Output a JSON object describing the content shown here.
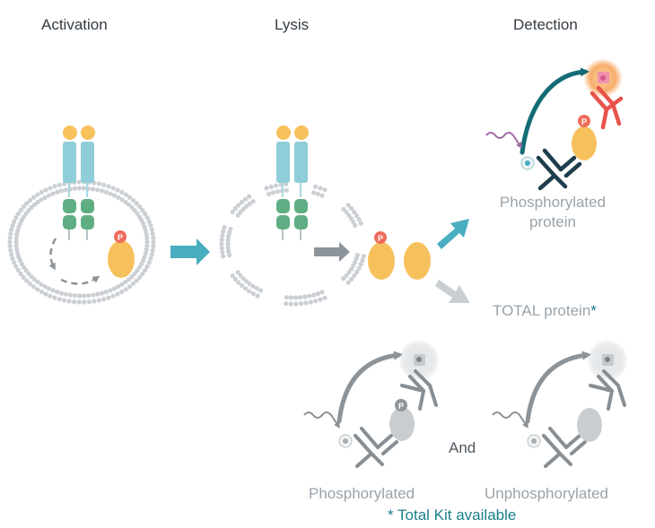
{
  "stages": {
    "activation": "Activation",
    "lysis": "Lysis",
    "detection": "Detection"
  },
  "phospho_badge": "P",
  "detection_result": {
    "phospho_line1": "Phosphorylated",
    "phospho_line2": "protein",
    "total": "TOTAL protein",
    "total_asterisk": "*"
  },
  "total_assay": {
    "left_label": "Phosphorylated",
    "conjunction": "And",
    "right_label": "Unphosphorylated",
    "footnote": "* Total Kit available"
  },
  "colors": {
    "receptor": "#8fcdd8",
    "ligand": "#f7c15c",
    "kinase": "#5fae83",
    "protein": "#f6c15d",
    "phospho": "#ef6b5b",
    "teal_arrow": "#49aebf",
    "grey_arrow": "#c9ced2",
    "membrane": "#ccd0d4",
    "dark_teal": "#146c76",
    "antibody_red": "#e8534a",
    "antibody_navy": "#1f3d4d",
    "flash": "#f7ad6a",
    "light_grey": "#d4d8db",
    "mid_grey": "#9fa5aa",
    "dark_grey": "#7a8187"
  }
}
